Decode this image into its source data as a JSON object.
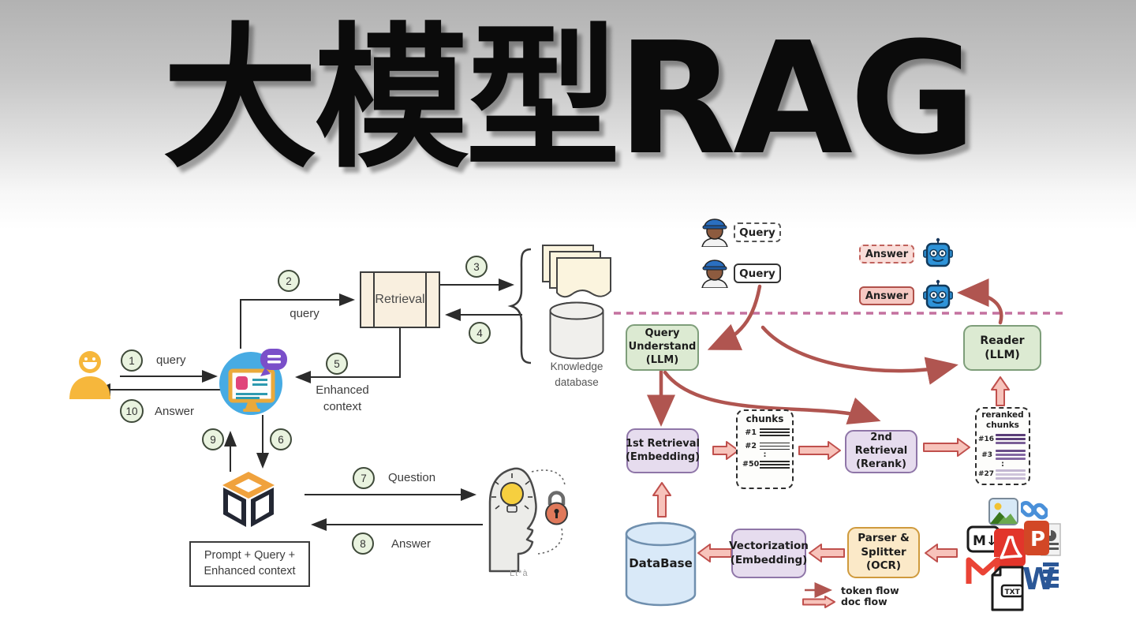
{
  "title": "大模型RAG",
  "left": {
    "step1": "1",
    "step2": "2",
    "step3": "3",
    "step4": "4",
    "step5": "5",
    "step6": "6",
    "step7": "7",
    "step8": "8",
    "step9": "9",
    "step10": "10",
    "query1": "query",
    "query2": "query",
    "retrieval": "Retrieval",
    "enhanced_context": "Enhanced\ncontext",
    "answer_final": "Answer",
    "question": "Question",
    "answer_llm": "Answer",
    "knowledge_db": "Knowledge\ndatabase",
    "prompt_box": "Prompt +  Query +\nEnhanced context",
    "watermark": "Lt*à"
  },
  "right": {
    "query_draft": "Query",
    "query_final": "Query",
    "answer_draft": "Answer",
    "answer_final": "Answer",
    "query_understand": "Query\nUnderstand\n(LLM)",
    "reader": "Reader\n(LLM)",
    "retrieval1": "1st Retrieval\n(Embedding)",
    "retrieval2": "2nd Retrieval\n(Rerank)",
    "chunks_title": "chunks",
    "chunk1": "#1",
    "chunk2": "#2",
    "chunk_dots": ":",
    "chunk50": "#50",
    "reranked_title": "reranked\nchunks",
    "rchunk1": "#16",
    "rchunk2": "#3",
    "rchunk_dots": ":",
    "rchunk3": "#27",
    "database": "DataBase",
    "vectorization": "Vectorization\n(Embedding)",
    "parser": "Parser &\nSplitter\n(OCR)",
    "legend_token": "token flow",
    "legend_doc": "doc flow"
  },
  "colors": {
    "curve_red": "#b05550",
    "block_arrow_fill": "#f7c3bb",
    "block_arrow_stroke": "#c0504d",
    "green_box": "#dcead2",
    "purple_box": "#e6dcee",
    "orange_box": "#fbe9c8",
    "database_blue": "#d9e9f8",
    "separator_pink": "#c4719f",
    "step_circle_green": "#e9f3df"
  }
}
